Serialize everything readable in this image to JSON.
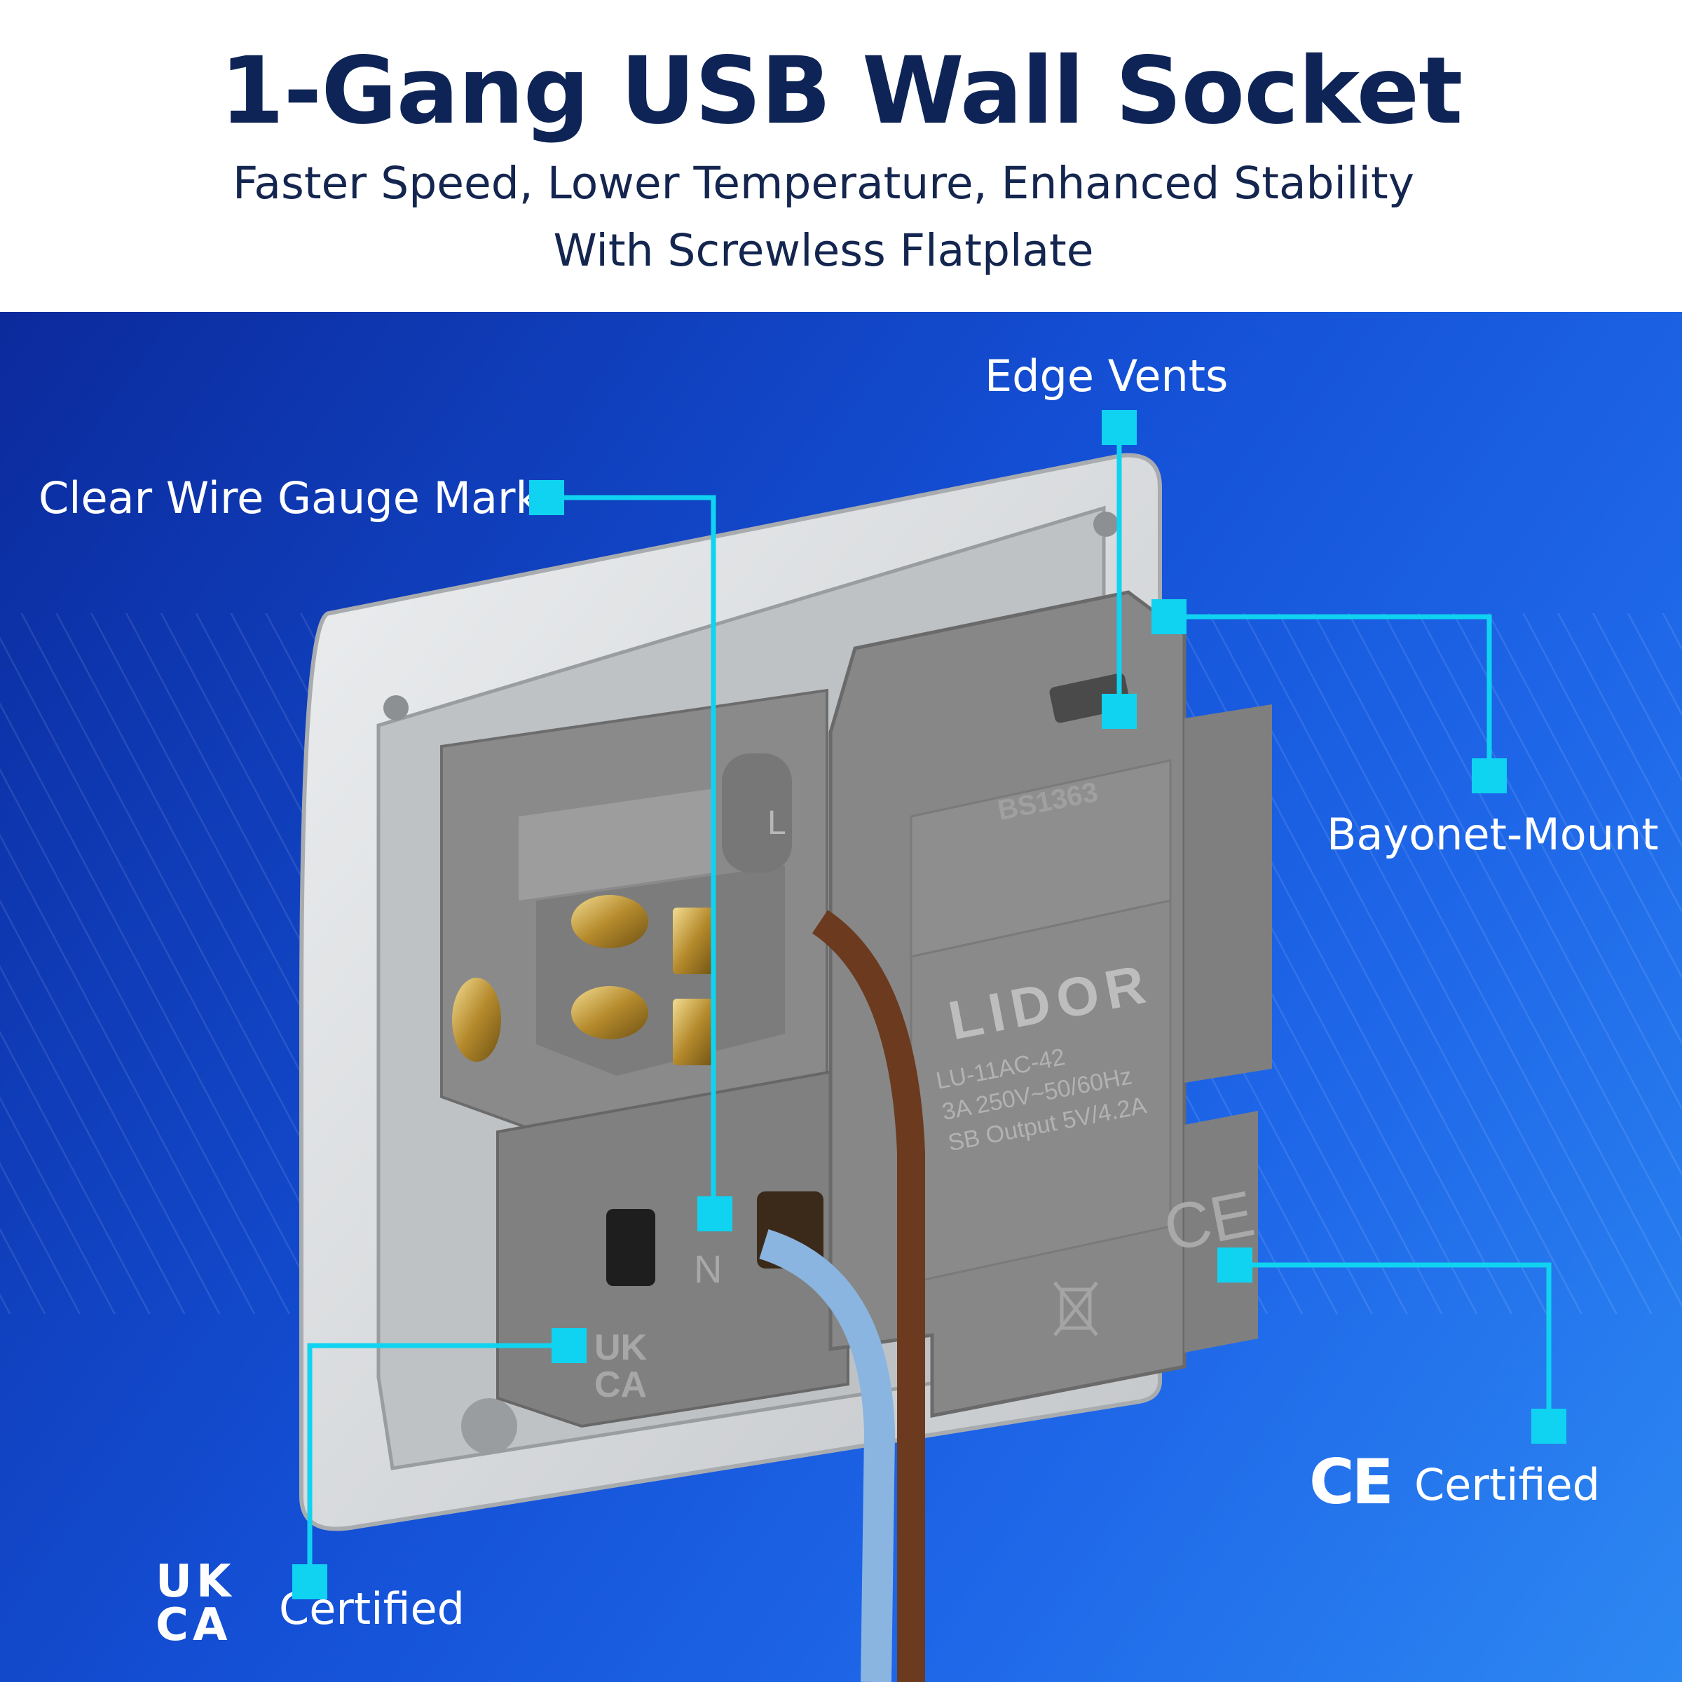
{
  "header": {
    "title": "1-Gang USB Wall Socket",
    "subtitle_line1": "Faster Speed, Lower Temperature, Enhanced Stability",
    "subtitle_line2": "With Screwless Flatplate"
  },
  "callouts": {
    "edge_vents": "Edge Vents",
    "wire_gauge": "Clear Wire Gauge Mark",
    "bayonet": "Bayonet-Mount",
    "ce_certified": "Certified",
    "ukca_certified": "Certified"
  },
  "marks": {
    "ce_symbol": "CE",
    "ukca_line1": "UK",
    "ukca_line2": "CA"
  },
  "product_labels": {
    "standard": "BS1363",
    "brand": "LIDOR",
    "model": "LU-11AC-42",
    "rating": "3A 250V~50/60Hz",
    "usb_output": "SB Output 5V/4.2A",
    "terminal_l": "L",
    "terminal_n": "N",
    "ukca_line1": "UK",
    "ukca_line2": "CA",
    "ce": "CE"
  },
  "colors": {
    "title": "#0e2456",
    "accent": "#0fd3f0",
    "body_grey": "#858585",
    "plate": "#d4d6d8"
  }
}
